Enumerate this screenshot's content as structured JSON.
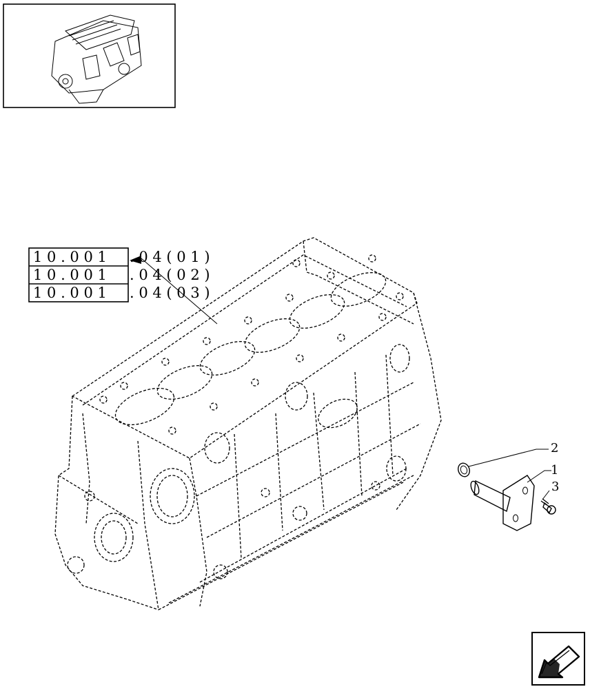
{
  "references": [
    {
      "code": "1 0 . 0 0 1",
      "suffix": ". 0 4 ( 0 1 )"
    },
    {
      "code": "1 0 . 0 0 1",
      "suffix": ". 0 4 ( 0 2 )"
    },
    {
      "code": "1 0 . 0 0 1",
      "suffix": ". 0 4 ( 0 3 )"
    }
  ],
  "callouts": {
    "seal": "2",
    "tube": "1",
    "bolt": "3"
  },
  "icons": {
    "thumbnail": "engine-thumbnail-icon",
    "navigation": "back-arrow-icon"
  }
}
